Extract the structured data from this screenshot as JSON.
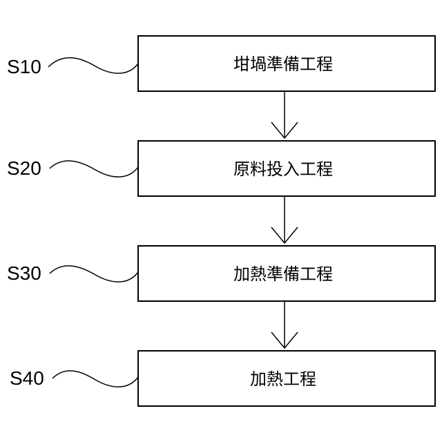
{
  "steps": [
    {
      "label": "S10",
      "text": "坩堝準備工程"
    },
    {
      "label": "S20",
      "text": "原料投入工程"
    },
    {
      "label": "S30",
      "text": "加熱準備工程"
    },
    {
      "label": "S40",
      "text": "加熱工程"
    }
  ]
}
